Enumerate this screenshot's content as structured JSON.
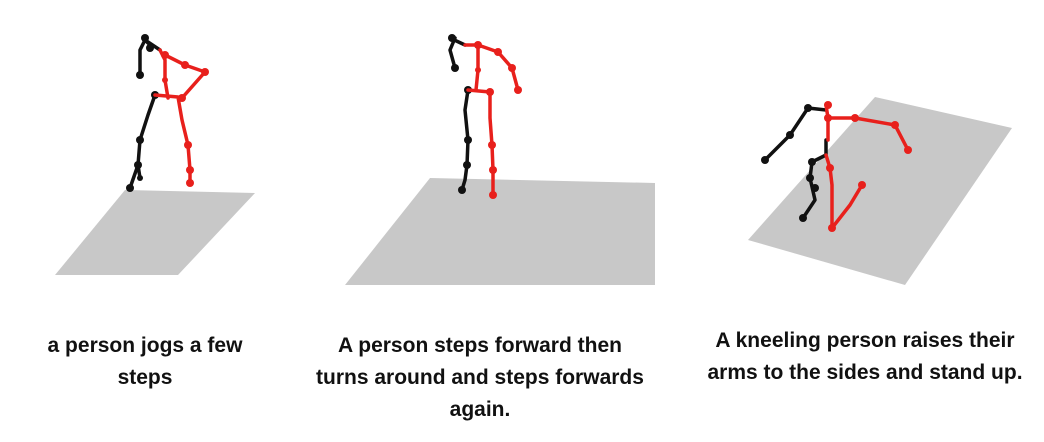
{
  "colors": {
    "floor": "#c8c8c8",
    "left_side": "#111111",
    "right_side": "#e8201c"
  },
  "panels": [
    {
      "caption": "a person jogs a few steps"
    },
    {
      "caption": "A person steps forward then turns around and steps forwards again."
    },
    {
      "caption": "A kneeling person raises their arms to the sides and stand up."
    }
  ]
}
